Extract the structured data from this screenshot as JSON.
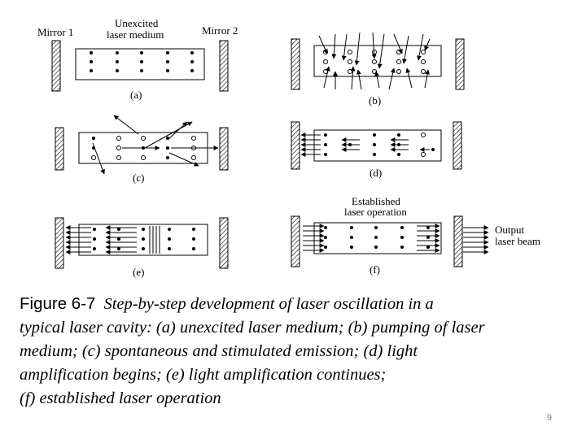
{
  "labels": {
    "mirror1": "Mirror 1",
    "mirror2": "Mirror 2",
    "unexcited_line1": "Unexcited",
    "unexcited_line2": "laser medium",
    "established_line1": "Established",
    "established_line2": "laser operation",
    "output_line1": "Output",
    "output_line2": "laser beam"
  },
  "panels": {
    "a": "(a)",
    "b": "(b)",
    "c": "(c)",
    "d": "(d)",
    "e": "(e)",
    "f": "(f)"
  },
  "caption": {
    "figure_label": "Figure 6-7",
    "line1": "Step-by-step development of laser oscillation in a",
    "line2": "typical laser cavity: (a) unexcited laser medium; (b) pumping of laser",
    "line3": "medium; (c) spontaneous and stimulated emission; (d) light",
    "line4": "amplification begins; (e) light amplification continues;",
    "line5": "(f) established laser operation"
  },
  "page_number": "9"
}
